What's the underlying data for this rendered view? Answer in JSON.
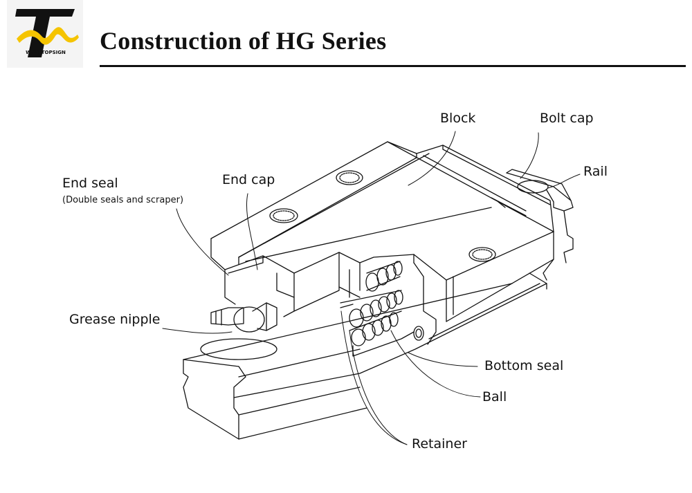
{
  "header": {
    "logo_text": "WAVETOPSIGN",
    "title": "Construction of HG Series"
  },
  "labels": {
    "block": "Block",
    "bolt_cap": "Bolt cap",
    "rail": "Rail",
    "end_seal": "End seal",
    "end_seal_note": "(Double seals and scraper)",
    "end_cap": "End cap",
    "grease_nipple": "Grease nipple",
    "bottom_seal": "Bottom seal",
    "ball": "Ball",
    "retainer": "Retainer"
  },
  "colors": {
    "logo_yellow": "#f5c400",
    "ink": "#111111"
  }
}
